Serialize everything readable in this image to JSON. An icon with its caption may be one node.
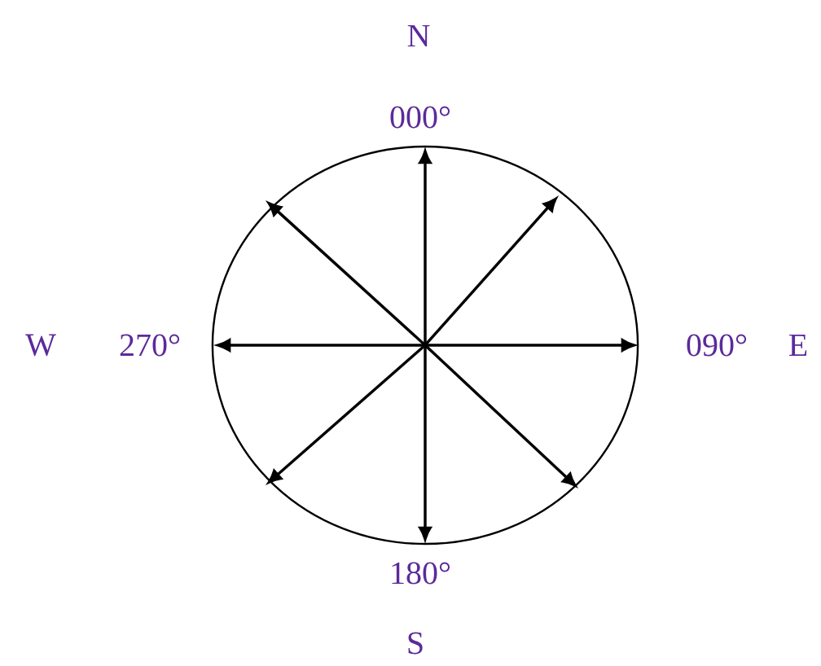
{
  "diagram": {
    "labels": [
      "N",
      "000°",
      "W",
      "270°",
      "090°",
      "E",
      "180°",
      "S"
    ]
  }
}
